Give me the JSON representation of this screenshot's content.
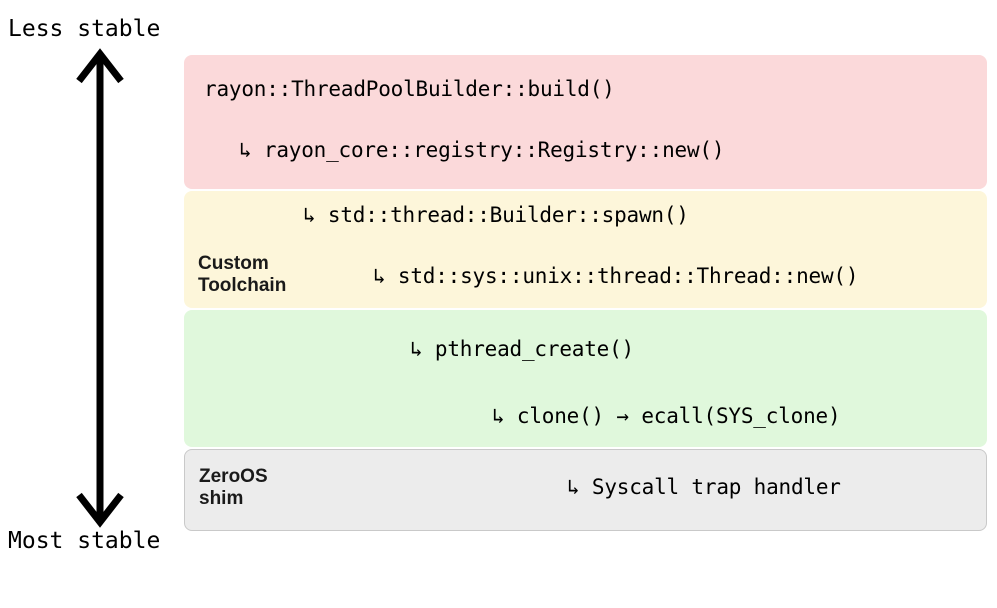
{
  "axis": {
    "top_label": "Less stable",
    "bottom_label": "Most stable",
    "arrow_color": "#000000",
    "direction": "double-headed-vertical"
  },
  "layers": [
    {
      "id": "rayon-layer",
      "tag": "",
      "color": "#fbd9da",
      "lines": [
        "rayon::ThreadPoolBuilder::build()",
        "↳ rayon_core::registry::Registry::new()"
      ]
    },
    {
      "id": "custom-toolchain-layer",
      "tag": "Custom\nToolchain",
      "color": "#fdf6da",
      "lines": [
        "↳ std::thread::Builder::spawn()",
        "↳ std::sys::unix::thread::Thread::new()"
      ]
    },
    {
      "id": "libc-layer",
      "tag": "",
      "color": "#e0f8dc",
      "lines": [
        "↳ pthread_create()",
        "↳ clone() → ecall(SYS_clone)"
      ]
    },
    {
      "id": "zeroos-shim-layer",
      "tag": "ZeroOS\nshim",
      "color": "#ececec",
      "lines": [
        "↳ Syscall trap handler"
      ]
    }
  ],
  "code": {
    "rayon_build": "rayon::ThreadPoolBuilder::build()",
    "rayon_registry": "↳ rayon_core::registry::Registry::new()",
    "std_thread_builder": "↳ std::thread::Builder::spawn()",
    "std_sys_unix": "↳ std::sys::unix::thread::Thread::new()",
    "pthread_create": "↳ pthread_create()",
    "clone_ecall": "↳ clone() → ecall(SYS_clone)",
    "syscall_trap": "↳ Syscall trap handler"
  },
  "tags": {
    "custom_toolchain": "Custom\nToolchain",
    "zeroos_shim": "ZeroOS\nshim"
  }
}
